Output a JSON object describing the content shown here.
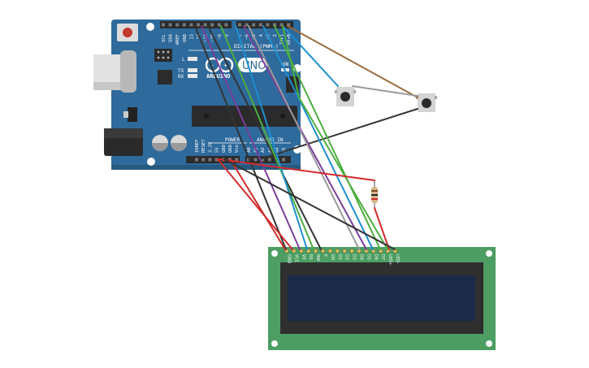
{
  "board": {
    "brand": "ARDUINO",
    "model": "UNO",
    "header_label": "DIGITAL (PWM~)",
    "power_label": "POWER",
    "analog_label": "ANALOG IN",
    "top_pins": [
      "SCL",
      "SDA",
      "AREF",
      "GND",
      "13",
      "12",
      "~11",
      "~10",
      "~9",
      "8",
      "7",
      "~6",
      "~5",
      "4",
      "~3",
      "2",
      "TX▸1",
      "RX◂0"
    ],
    "bottom_pins": [
      "IOREF",
      "RESET",
      "3.3V",
      "5V",
      "GND",
      "GND",
      "Vin",
      "A0",
      "A1",
      "A2",
      "A3",
      "A4",
      "A5"
    ],
    "led_labels": [
      "L",
      "TX",
      "RX"
    ],
    "on_label": "ON"
  },
  "lcd": {
    "pin_labels": [
      "GND",
      "VCC",
      "V0",
      "RS",
      "RW",
      "E",
      "D0",
      "D1",
      "D2",
      "D3",
      "D4",
      "D5",
      "D6",
      "D7",
      "LED+",
      "LED-"
    ]
  },
  "colors": {
    "board": "#2e6a9c",
    "lcd_pcb": "#4c9e63",
    "lcd_screen": "#1c2a4a",
    "wire_red": "#d42a2a",
    "wire_black": "#333333",
    "wire_purple": "#7a3f9a",
    "wire_green": "#4caf3f",
    "wire_blue": "#1e8fcf",
    "wire_gray": "#9a9a9a",
    "wire_brown": "#9b6a3c"
  }
}
